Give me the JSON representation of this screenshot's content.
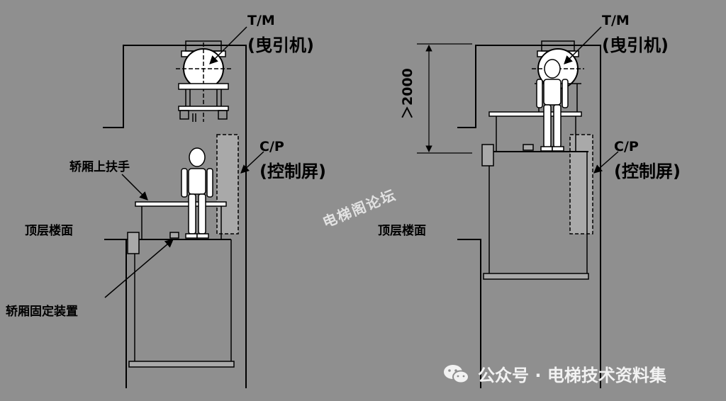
{
  "colors": {
    "background": "#8f8f8f",
    "line": "#000000",
    "panel": "#a9a9a9",
    "watermark": "#e2e2e2"
  },
  "left": {
    "tm_code": "T/M",
    "tm_name": "(曳引机)",
    "cp_code": "C/P",
    "cp_name": "(控制屏)",
    "handrail": "轿厢上扶手",
    "top_floor": "顶层楼面",
    "fixing_device": "轿厢固定装置"
  },
  "right": {
    "tm_code": "T/M",
    "tm_name": "(曳引机)",
    "cp_code": "C/P",
    "cp_name": "(控制屏)",
    "top_floor": "顶层楼面",
    "clearance": "＞2000"
  },
  "watermark": "电梯阁论坛",
  "footer": {
    "icon": "wechat-icon",
    "text": "公众号 · 电梯技术资料集"
  }
}
